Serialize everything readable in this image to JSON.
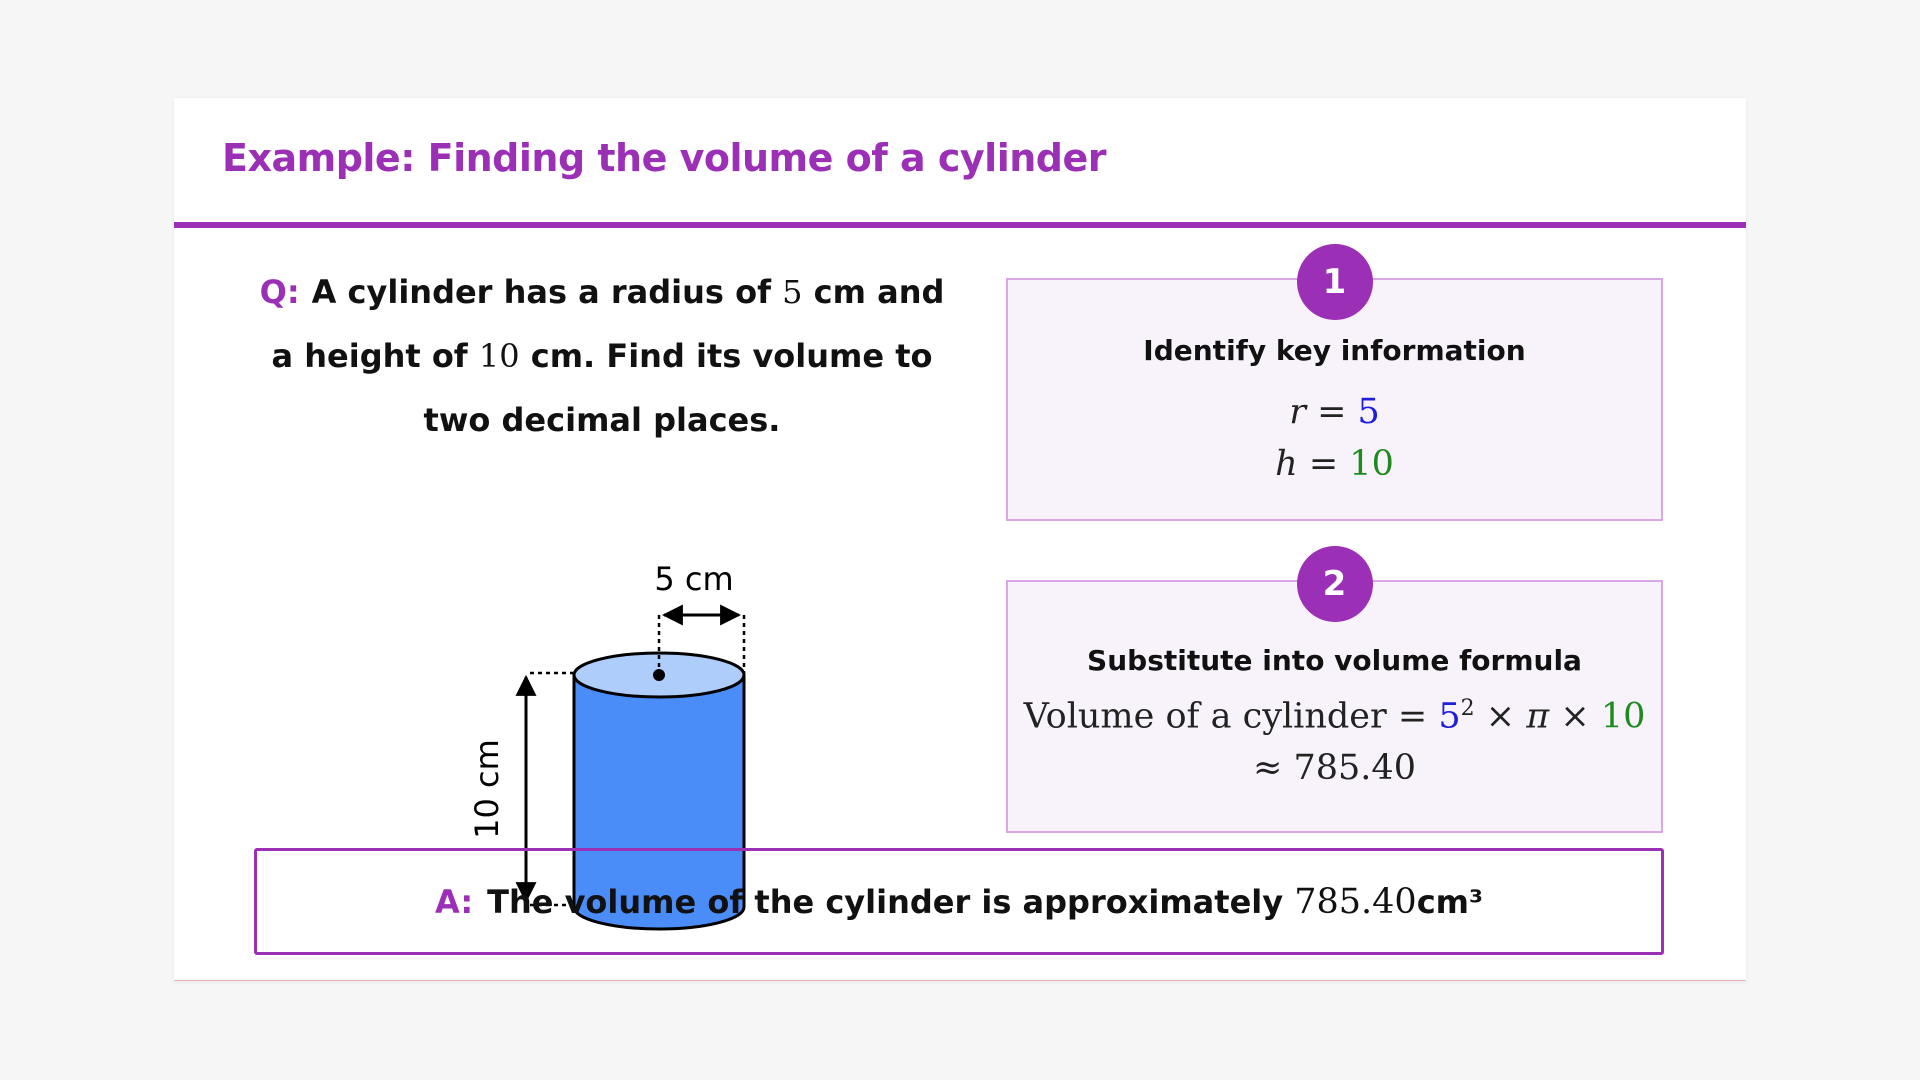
{
  "title": "Example: Finding the volume of a cylinder",
  "question": {
    "prefix": "Q:",
    "part1": "A cylinder has a radius of ",
    "radius": "5",
    "part2": " cm and a height of ",
    "height": "10",
    "part3": " cm. Find its volume to two decimal places."
  },
  "figure": {
    "radius_label": "5 cm",
    "height_label": "10 cm",
    "cylinder_color": "#4a8df8",
    "top_color": "#aecdfb"
  },
  "step1": {
    "number": "1",
    "title": "Identify key information",
    "r_var": "r",
    "r_eq": "=",
    "r_val": "5",
    "h_var": "h",
    "h_eq": "=",
    "h_val": "10"
  },
  "step2": {
    "number": "2",
    "title": "Substitute into volume formula",
    "lhs": "Volume of a cylinder",
    "eq": "=",
    "base": "5",
    "exp": "2",
    "times1": "×",
    "pi": "π",
    "times2": "×",
    "height": "10",
    "approx": "≈",
    "result": "785.40"
  },
  "answer": {
    "prefix": "A:",
    "text": "The volume of the cylinder is approximately ",
    "value": "785.40",
    "unit": " cm³"
  },
  "colors": {
    "accent": "#9b2fb6",
    "step_bg": "#f8f3fb",
    "step_border": "#d9a7e4",
    "radius_blue": "#1f1fd8",
    "height_green": "#1f8a1f"
  }
}
